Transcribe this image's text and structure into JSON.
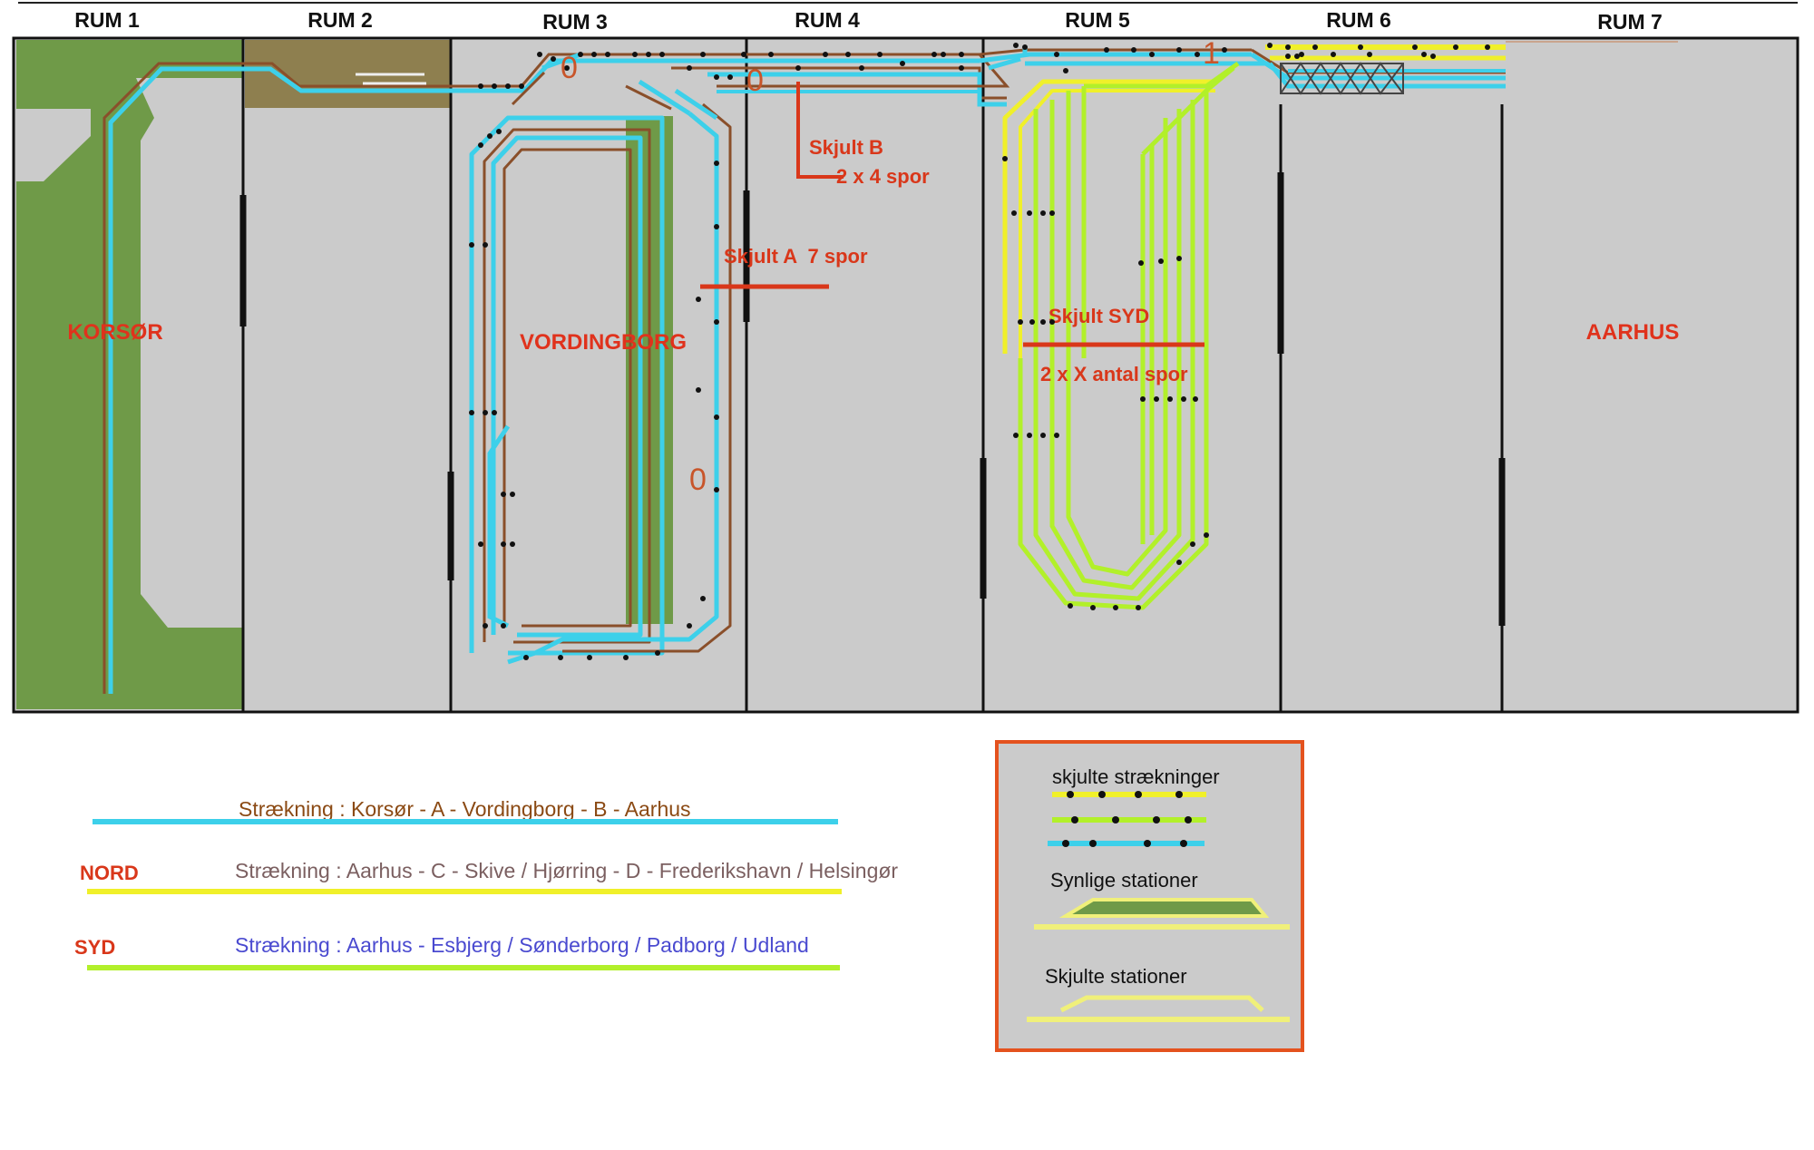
{
  "rooms": [
    "RUM 1",
    "RUM 2",
    "RUM 3",
    "RUM 4",
    "RUM 5",
    "RUM 6",
    "RUM 7"
  ],
  "places": {
    "korsor": "KORSØR",
    "vordingborg": "VORDINGBORG",
    "aarhus": "AARHUS"
  },
  "hidden": {
    "skjult_b_title": "Skjult B",
    "skjult_b_tracks": "2 x 4 spor",
    "skjult_a": "Skjult A  7 spor",
    "skjult_syd_title": "Skjult SYD",
    "skjult_syd_tracks": "2 x X antal spor"
  },
  "markers": [
    "0",
    "0",
    "0",
    "1"
  ],
  "legend": {
    "line1": "Strækning : Korsør - A - Vordingborg - B - Aarhus",
    "nord_label": "NORD",
    "line2": "Strækning : Aarhus - C - Skive / Hjørring - D - Frederikshavn / Helsingør",
    "syd_label": "SYD",
    "line3": "Strækning : Aarhus - Esbjerg / Sønderborg / Padborg / Udland"
  },
  "key": {
    "hidden_lines": "skjulte strækninger",
    "visible_stations": "Synlige stationer",
    "hidden_stations": "Skjulte stationer"
  },
  "colors": {
    "cyan": "#3dd0ea",
    "brown": "#8a4f2a",
    "yellow": "#f0f02a",
    "lime": "#b2f02a",
    "station_green": "#6f9a48",
    "floor": "#cbcbcb",
    "red": "#d9371a",
    "line1_text": "#8b4a14",
    "line2_text": "#7b5f60",
    "line3_text": "#4a4ad0"
  }
}
